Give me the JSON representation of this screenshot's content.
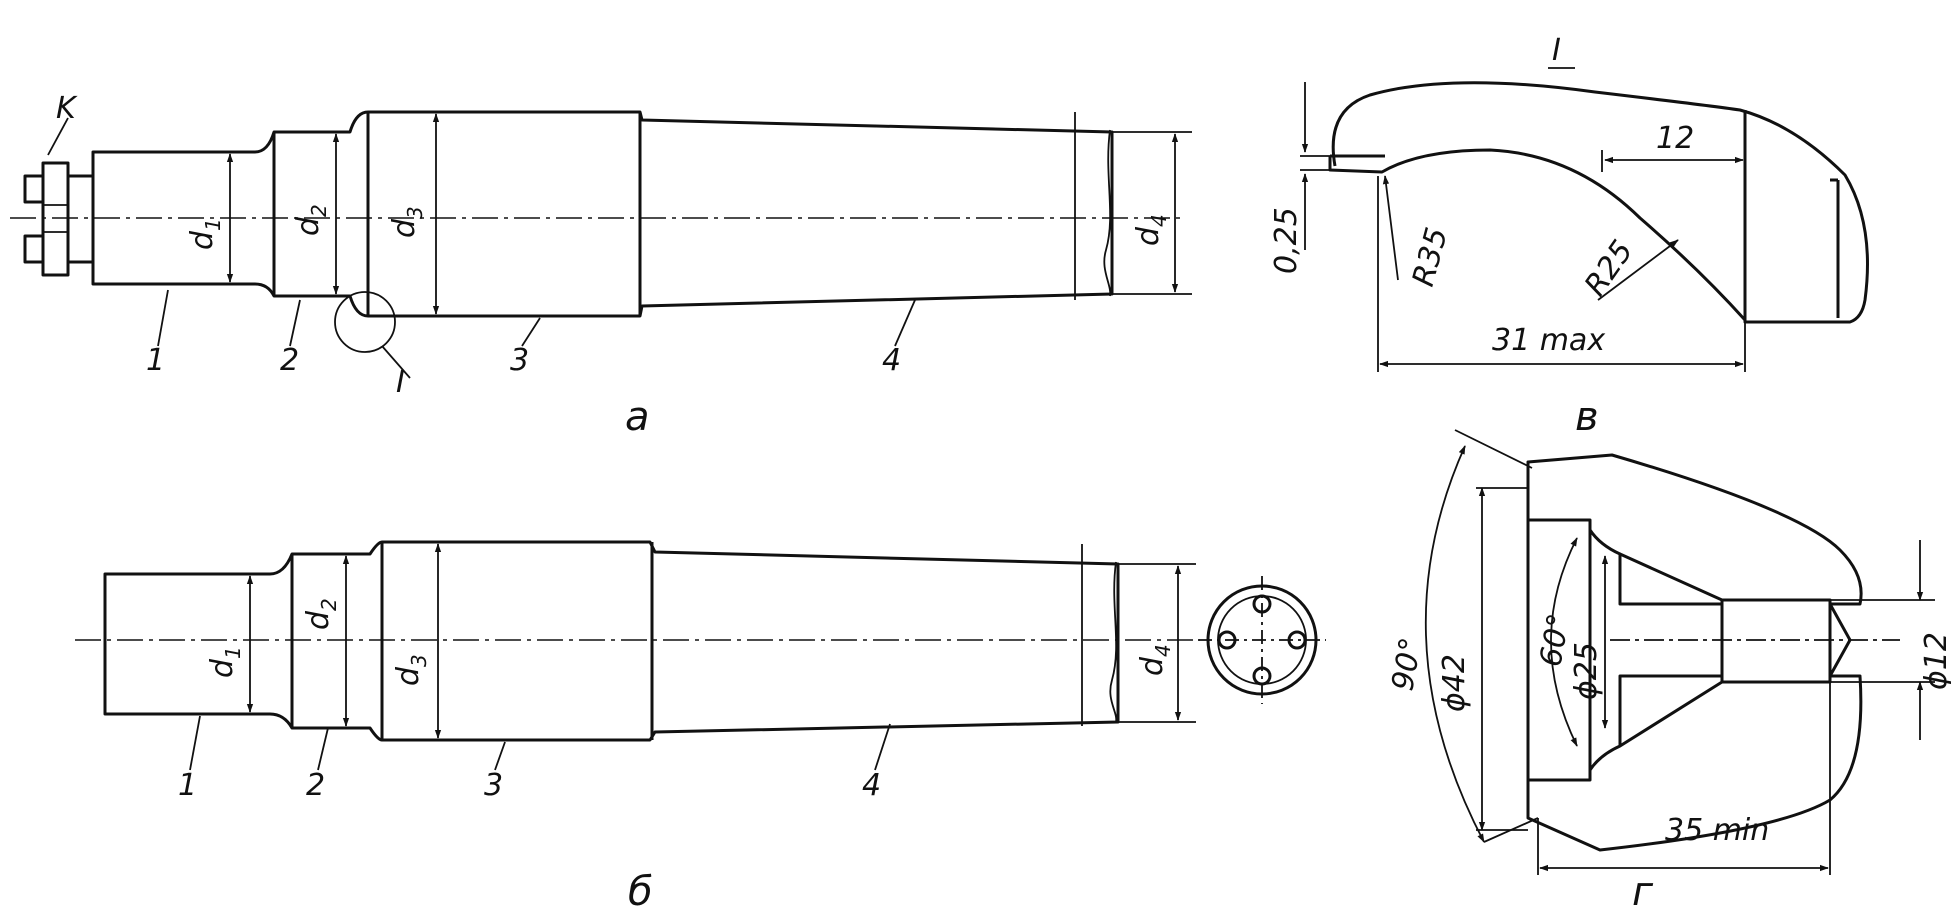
{
  "figure_a": {
    "caption": "а",
    "mark_k": "K",
    "detail_ref": "I",
    "diameters": [
      "d",
      "d",
      "d",
      "d"
    ],
    "subscripts": [
      "1",
      "2",
      "3",
      "4"
    ],
    "positions": [
      "1",
      "2",
      "3",
      "4"
    ]
  },
  "figure_b": {
    "caption": "б",
    "diameters": [
      "d",
      "d",
      "d",
      "d"
    ],
    "subscripts": [
      "1",
      "2",
      "3",
      "4"
    ],
    "positions": [
      "1",
      "2",
      "3",
      "4"
    ]
  },
  "figure_v": {
    "caption": "в",
    "detail_title": "I",
    "dim_thickness": "0,25",
    "dim_radius_small": "R35",
    "dim_radius_large": "R25",
    "dim_width": "12",
    "dim_length": "31 max"
  },
  "figure_g": {
    "caption": "г",
    "angle_outer": "90°",
    "angle_inner": "60°",
    "dim_d42": "ϕ42",
    "dim_d25": "ϕ25",
    "dim_d12": "ϕ12",
    "dim_depth": "35 min"
  }
}
